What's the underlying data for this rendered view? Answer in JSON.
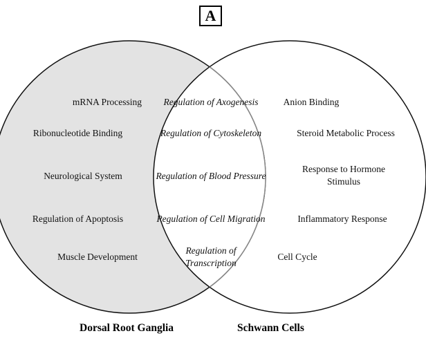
{
  "panel_label": "A",
  "sets": {
    "left": {
      "label": "Dorsal Root Ganglia",
      "fill": "#e3e3e3"
    },
    "right": {
      "label": "Schwann Cells",
      "fill": "#ffffff"
    }
  },
  "left_only_terms": [
    "mRNA Processing",
    "Ribonucleotide Binding",
    "Neurological System",
    "Regulation of Apoptosis",
    "Muscle Development"
  ],
  "shared_terms": [
    "Regulation of Axogenesis",
    "Regulation of Cytoskeleton",
    "Regulation of Blood Pressure",
    "Regulation of Cell Migration",
    "Regulation of Transcription"
  ],
  "right_only_terms": [
    "Anion Binding",
    "Steroid Metabolic Process",
    "Response to Hormone Stimulus",
    "Inflammatory Response",
    "Cell Cycle"
  ]
}
